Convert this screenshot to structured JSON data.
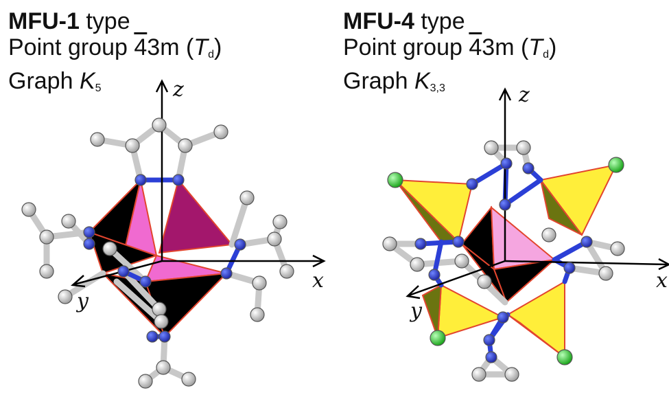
{
  "panels": [
    {
      "id": "mfu1",
      "title_bold": "MFU-1",
      "title_rest": " type",
      "pg_prefix": "Point group ",
      "pg_bar": "4",
      "pg_rest": "3m (",
      "pg_sym": "T",
      "pg_sub": "d",
      "pg_close": ")",
      "graph_prefix": "Graph ",
      "graph_sym": "K",
      "graph_sub": "5",
      "axes": {
        "x": "x",
        "y": "y",
        "z": "z"
      }
    },
    {
      "id": "mfu4",
      "title_bold": "MFU-4",
      "title_rest": " type",
      "pg_prefix": "Point group ",
      "pg_bar": "4",
      "pg_rest": "3m (",
      "pg_sym": "T",
      "pg_sub": "d",
      "pg_close": ")",
      "graph_prefix": "Graph ",
      "graph_sym": "K",
      "graph_sub": "3,3",
      "axes": {
        "x": "x",
        "y": "y",
        "z": "z"
      }
    }
  ],
  "colors": {
    "carbon": "#d4d4d4",
    "nitrogen": "#2b3fd6",
    "bond": "#c8c8c8",
    "tetra_black": "#000000",
    "tetra_pink": "#f06ad0",
    "tetra_light_pink": "#f5a6e0",
    "tetra_magenta": "#a3176c",
    "tetra_yellow": "#ffee3a",
    "tetra_olive": "#6b7410",
    "edge": "#e2452e",
    "metal_green": "#2bd62b"
  }
}
